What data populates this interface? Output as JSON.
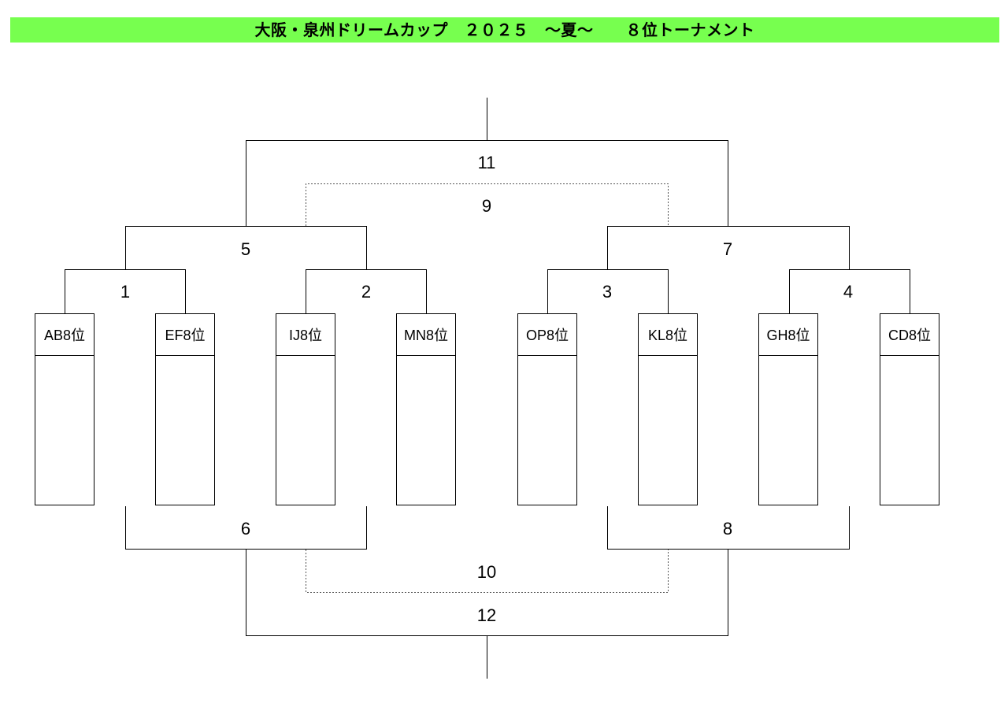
{
  "title": "大阪・泉州ドリームカップ　２０２５　～夏～　　８位トーナメント",
  "colors": {
    "banner": "#77ff4f",
    "line": "#000000",
    "dotted": "#555555"
  },
  "teams": [
    "AB8位",
    "EF8位",
    "IJ8位",
    "MN8位",
    "OP8位",
    "KL8位",
    "GH8位",
    "CD8位"
  ],
  "matches": {
    "m1": "1",
    "m2": "2",
    "m3": "3",
    "m4": "4",
    "m5": "5",
    "m6": "6",
    "m7": "7",
    "m8": "8",
    "m9": "9",
    "m10": "10",
    "m11": "11",
    "m12": "12"
  }
}
